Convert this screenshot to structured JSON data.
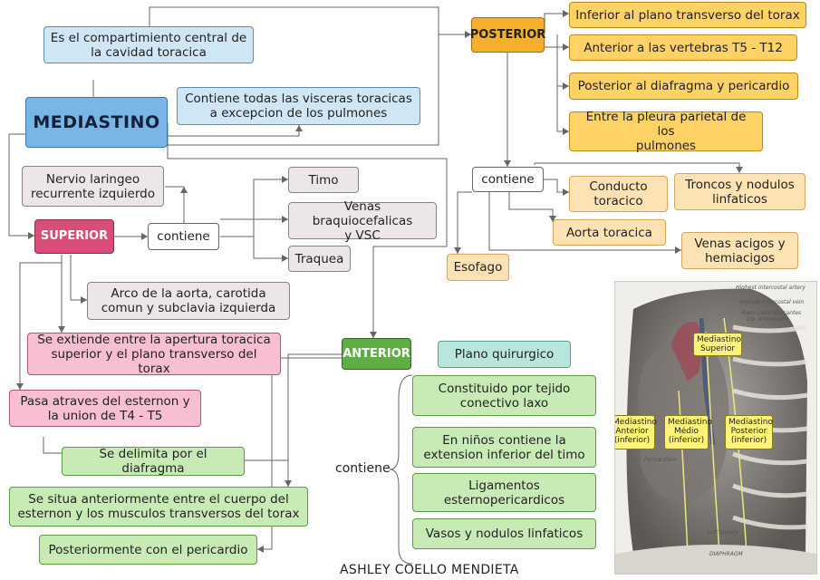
{
  "title": "MEDIASTINO",
  "central_compartment": "Es el compartimiento central de\nla cavidad toracica",
  "contains_all": "Contiene todas las visceras toracicas\na excepcion de los pulmones",
  "superior": {
    "heading": "SUPERIOR",
    "contiene": "contiene",
    "nervio": "Nervio laringeo\nrecurrente izquierdo",
    "items": [
      "Timo",
      "Venas braquiocefalicas\ny VSC",
      "Traquea"
    ],
    "arco": "Arco de la aorta, carotida\ncomun y subclavia izquierda",
    "extiende": "Se extiende entre la apertura toracica\nsuperior y el plano transverso del torax",
    "pasa": "Pasa atraves del esternon y\nla union de T4 - T5"
  },
  "lower_left": {
    "delimita": "Se delimita por el diafragma",
    "situa": "Se situa anteriormente entre el cuerpo del\nesternon y los musculos transversos del torax",
    "posterior_peri": "Posteriormente con el pericardio"
  },
  "anterior": {
    "heading": "ANTERIOR",
    "plano": "Plano quirurgico",
    "contiene": "contiene",
    "items": [
      "Constituido por tejido\nconectivo laxo",
      "En niños contiene la\nextension inferior del timo",
      "Ligamentos\nesternopericardicos",
      "Vasos y nodulos linfaticos"
    ]
  },
  "posterior": {
    "heading": "POSTERIOR",
    "limits": [
      "Inferior al plano transverso del torax",
      "Anterior a las vertebras T5 - T12",
      "Posterior al diafragma y pericardio",
      "Entre la pleura parietal de los\npulmones"
    ],
    "contiene": "contiene",
    "items": [
      "Conducto\ntoracico",
      "Troncos y nodulos\nlinfaticos",
      "Aorta toracica",
      "Venas acigos y\nhemiacigos",
      "Esofago"
    ]
  },
  "figure": {
    "labels": [
      "Mediastino\nSuperior",
      "Mediastino\nAnterior\n(inferior)",
      "Mediastino\nMédio\n(inferior)",
      "Mediastino\nPosterior\n(inferior)"
    ],
    "small": [
      "Highest intercostal artery",
      "Highest intercostal vein",
      "Rami communicantes",
      "Lig. arteriosum",
      "Pericardium",
      "Left cupola",
      "DIAPHRAGM"
    ]
  },
  "author": "ASHLEY COELLO MENDIETA"
}
